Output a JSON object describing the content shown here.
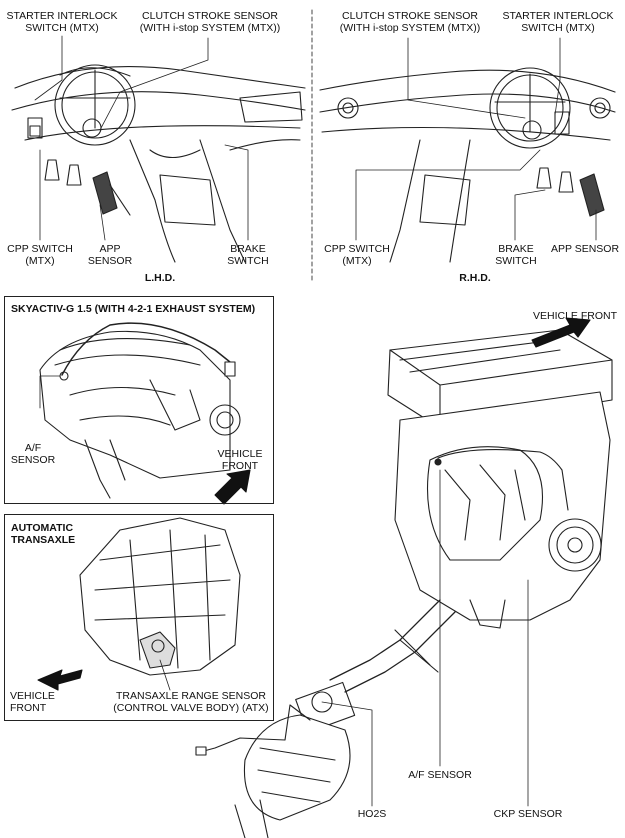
{
  "top": {
    "lhd_caption": "L.H.D.",
    "rhd_caption": "R.H.D.",
    "lhd": {
      "starter_interlock_1": "STARTER INTERLOCK",
      "starter_interlock_2": "SWITCH (MTX)",
      "clutch_stroke_1": "CLUTCH STROKE SENSOR",
      "clutch_stroke_2": "(WITH i-stop SYSTEM (MTX))",
      "cpp_switch_1": "CPP SWITCH",
      "cpp_switch_2": "(MTX)",
      "app_sensor_1": "APP",
      "app_sensor_2": "SENSOR",
      "brake_switch_1": "BRAKE",
      "brake_switch_2": "SWITCH"
    },
    "rhd": {
      "clutch_stroke_1": "CLUTCH STROKE SENSOR",
      "clutch_stroke_2": "(WITH i-stop SYSTEM (MTX))",
      "starter_interlock_1": "STARTER INTERLOCK",
      "starter_interlock_2": "SWITCH (MTX)",
      "cpp_switch_1": "CPP SWITCH",
      "cpp_switch_2": "(MTX)",
      "brake_switch_1": "BRAKE",
      "brake_switch_2": "SWITCH",
      "app_sensor": "APP SENSOR"
    }
  },
  "exhaust_box": {
    "title": "SKYACTIV-G 1.5 (WITH 4-2-1 EXHAUST SYSTEM)",
    "af_sensor_1": "A/F",
    "af_sensor_2": "SENSOR",
    "vehicle_front_1": "VEHICLE",
    "vehicle_front_2": "FRONT"
  },
  "transaxle_box": {
    "title_1": "AUTOMATIC",
    "title_2": "TRANSAXLE",
    "vehicle_front_1": "VEHICLE",
    "vehicle_front_2": "FRONT",
    "range_sensor_1": "TRANSAXLE RANGE SENSOR",
    "range_sensor_2": "(CONTROL VALVE BODY) (ATX)"
  },
  "engine": {
    "vehicle_front": "VEHICLE FRONT",
    "af_sensor": "A/F SENSOR",
    "ho2s": "HO2S",
    "ckp_sensor": "CKP SENSOR"
  }
}
